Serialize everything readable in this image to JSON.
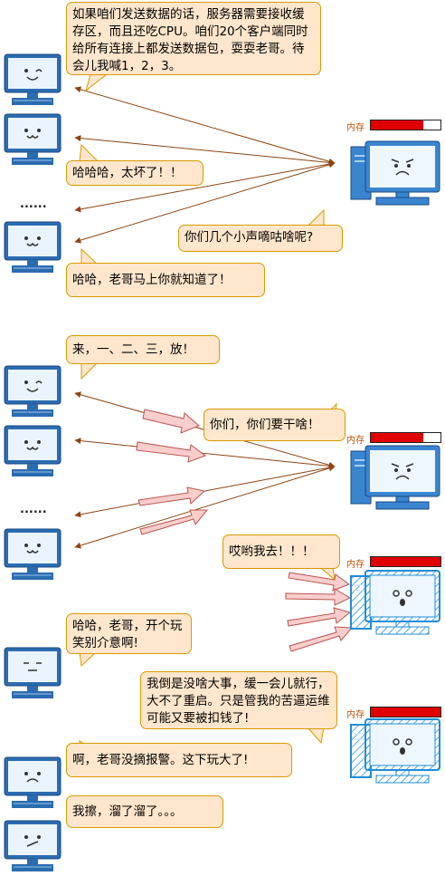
{
  "bubbles": {
    "server_explain": "如果咱们发送数据的话，服务器需要接收缓存区，而且还吃CPU。咱们20个客户端同时给所有连接上都发送数据包，耍耍老哥。待会儿我喊1，2，3。",
    "hahaha": "哈哈哈，太坏了！！",
    "whisper": "你们几个小声嘀咕啥呢?",
    "know_soon": "哈哈，老哥马上你就知道了！",
    "countdown": "来，一、二、三，放！",
    "what_doing": "你们，你们要干啥！",
    "oh_my": "哎哟我去！！！",
    "joke": "哈哈，老哥，开个玩笑别介意啊!",
    "server_reply": "我倒是没啥大事，缓一会儿就行，大不了重启。只是管我的苦逼运维可能又要被扣钱了!",
    "no_alarm": "啊，老哥没摘报警。这下玩大了!",
    "run_away": "我擦，溜了溜了。。。"
  },
  "memory": {
    "label": "内存",
    "levels": [
      0.75,
      0.75,
      1.0,
      1.0
    ]
  },
  "ellipsis": "......",
  "colors": {
    "bubble_fill": "#ffe6cc",
    "bubble_border": "#d79b00",
    "arrow": "#8b4513",
    "pink_arrow": "#f8cecc",
    "pc_blue": "#1565c0",
    "mem_red": "#e00000"
  }
}
